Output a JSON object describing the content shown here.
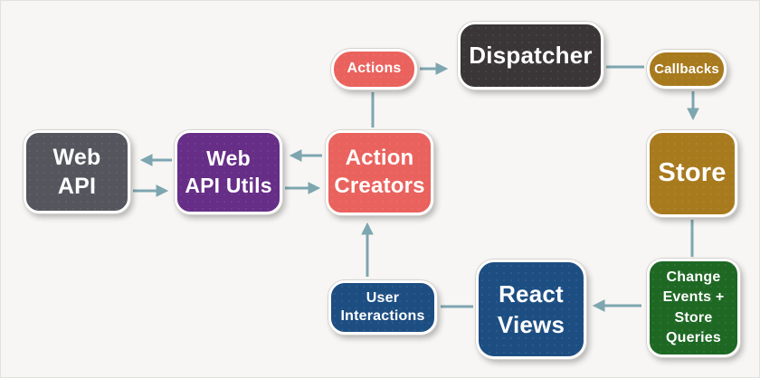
{
  "colors": {
    "background": "#f7f6f4",
    "connector": "#7ea6b0",
    "node_border": "#ffffff",
    "label_text": "#ffffff",
    "red": "#ea625d",
    "dark_gray": "#3a3637",
    "slate_gray": "#54555d",
    "purple": "#662e87",
    "gold": "#a87a1e",
    "green": "#1e6824",
    "blue": "#1d4e82"
  },
  "nodes": {
    "web_api": {
      "label": "Web\nAPI",
      "color": "#54555d"
    },
    "web_api_utils": {
      "label": "Web\nAPI Utils",
      "color": "#662e87"
    },
    "action_creators": {
      "label": "Action\nCreators",
      "color": "#ea625d"
    },
    "actions": {
      "label": "Actions",
      "color": "#ea625d"
    },
    "dispatcher": {
      "label": "Dispatcher",
      "color": "#3a3637"
    },
    "callbacks": {
      "label": "Callbacks",
      "color": "#a87a1e"
    },
    "store": {
      "label": "Store",
      "color": "#a87a1e"
    },
    "change_events": {
      "label": "Change\nEvents +\nStore\nQueries",
      "color": "#1e6824"
    },
    "react_views": {
      "label": "React\nViews",
      "color": "#1d4e82"
    },
    "user_interactions": {
      "label": "User\nInteractions",
      "color": "#1d4e82"
    }
  },
  "edges": [
    {
      "from": "actions",
      "to": "dispatcher",
      "arrow": true
    },
    {
      "from": "dispatcher",
      "to": "callbacks",
      "arrow": false
    },
    {
      "from": "callbacks",
      "to": "store",
      "arrow": true
    },
    {
      "from": "store",
      "to": "change_events",
      "arrow": false
    },
    {
      "from": "change_events",
      "to": "react_views",
      "arrow": true
    },
    {
      "from": "react_views",
      "to": "user_interactions",
      "arrow": false
    },
    {
      "from": "user_interactions",
      "to": "action_creators",
      "arrow": true
    },
    {
      "from": "action_creators",
      "to": "actions",
      "arrow": false
    },
    {
      "from": "action_creators",
      "to": "web_api_utils",
      "arrow": true
    },
    {
      "from": "web_api_utils",
      "to": "action_creators",
      "arrow": true
    },
    {
      "from": "web_api_utils",
      "to": "web_api",
      "arrow": true
    },
    {
      "from": "web_api",
      "to": "web_api_utils",
      "arrow": true
    }
  ]
}
